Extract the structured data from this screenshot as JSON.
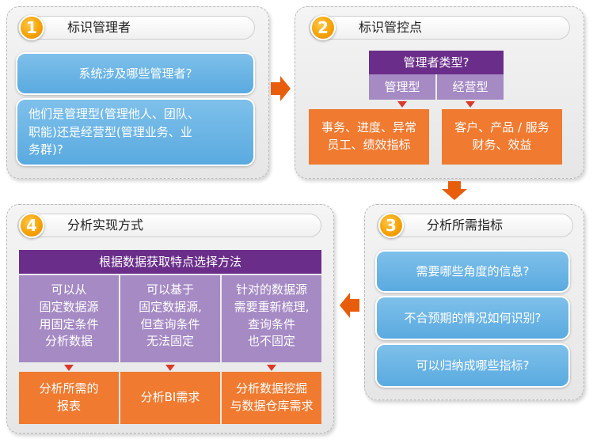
{
  "step1": {
    "number": "1",
    "title": "标识管理者",
    "q1": "系统涉及哪些管理者?",
    "q2_lines": [
      "他们是管理型(管理他人、团队、",
      "职能)还是经营型(管理业务、业",
      "务群)?"
    ]
  },
  "step2": {
    "number": "2",
    "title": "标识管控点",
    "type_header": "管理者类型?",
    "type_a": "管理型",
    "type_b": "经营型",
    "result_a": [
      "事务、进度、异常",
      "员工、绩效指标"
    ],
    "result_b": [
      "客户、产品 / 服务",
      "财务、效益"
    ]
  },
  "step3": {
    "number": "3",
    "title": "分析所需指标",
    "q1": "需要哪些角度的信息?",
    "q2": "不合预期的情况如何识别?",
    "q3": "可以归纳成哪些指标?"
  },
  "step4": {
    "number": "4",
    "title": "分析实现方式",
    "header": "根据数据获取特点选择方法",
    "cols": [
      {
        "lines": [
          "可以从",
          "固定数据源",
          "用固定条件",
          "分析数据"
        ],
        "result": [
          "分析所需的",
          "报表"
        ]
      },
      {
        "lines": [
          "可以基于",
          "固定数据源,",
          "但查询条件",
          "无法固定"
        ],
        "result": [
          "分析BI需求"
        ]
      },
      {
        "lines": [
          "针对的数据源",
          "需要重新梳理,",
          "查询条件",
          "也不固定"
        ],
        "result": [
          "分析数据挖掘",
          "与数据仓库需求"
        ]
      }
    ]
  },
  "colors": {
    "blue": "#5aaae0",
    "purple_dark": "#6a2e8a",
    "purple_light": "#a58ac4",
    "orange": "#ef7a30",
    "badge": "#f5a000",
    "arrow": "#e85d0c"
  }
}
